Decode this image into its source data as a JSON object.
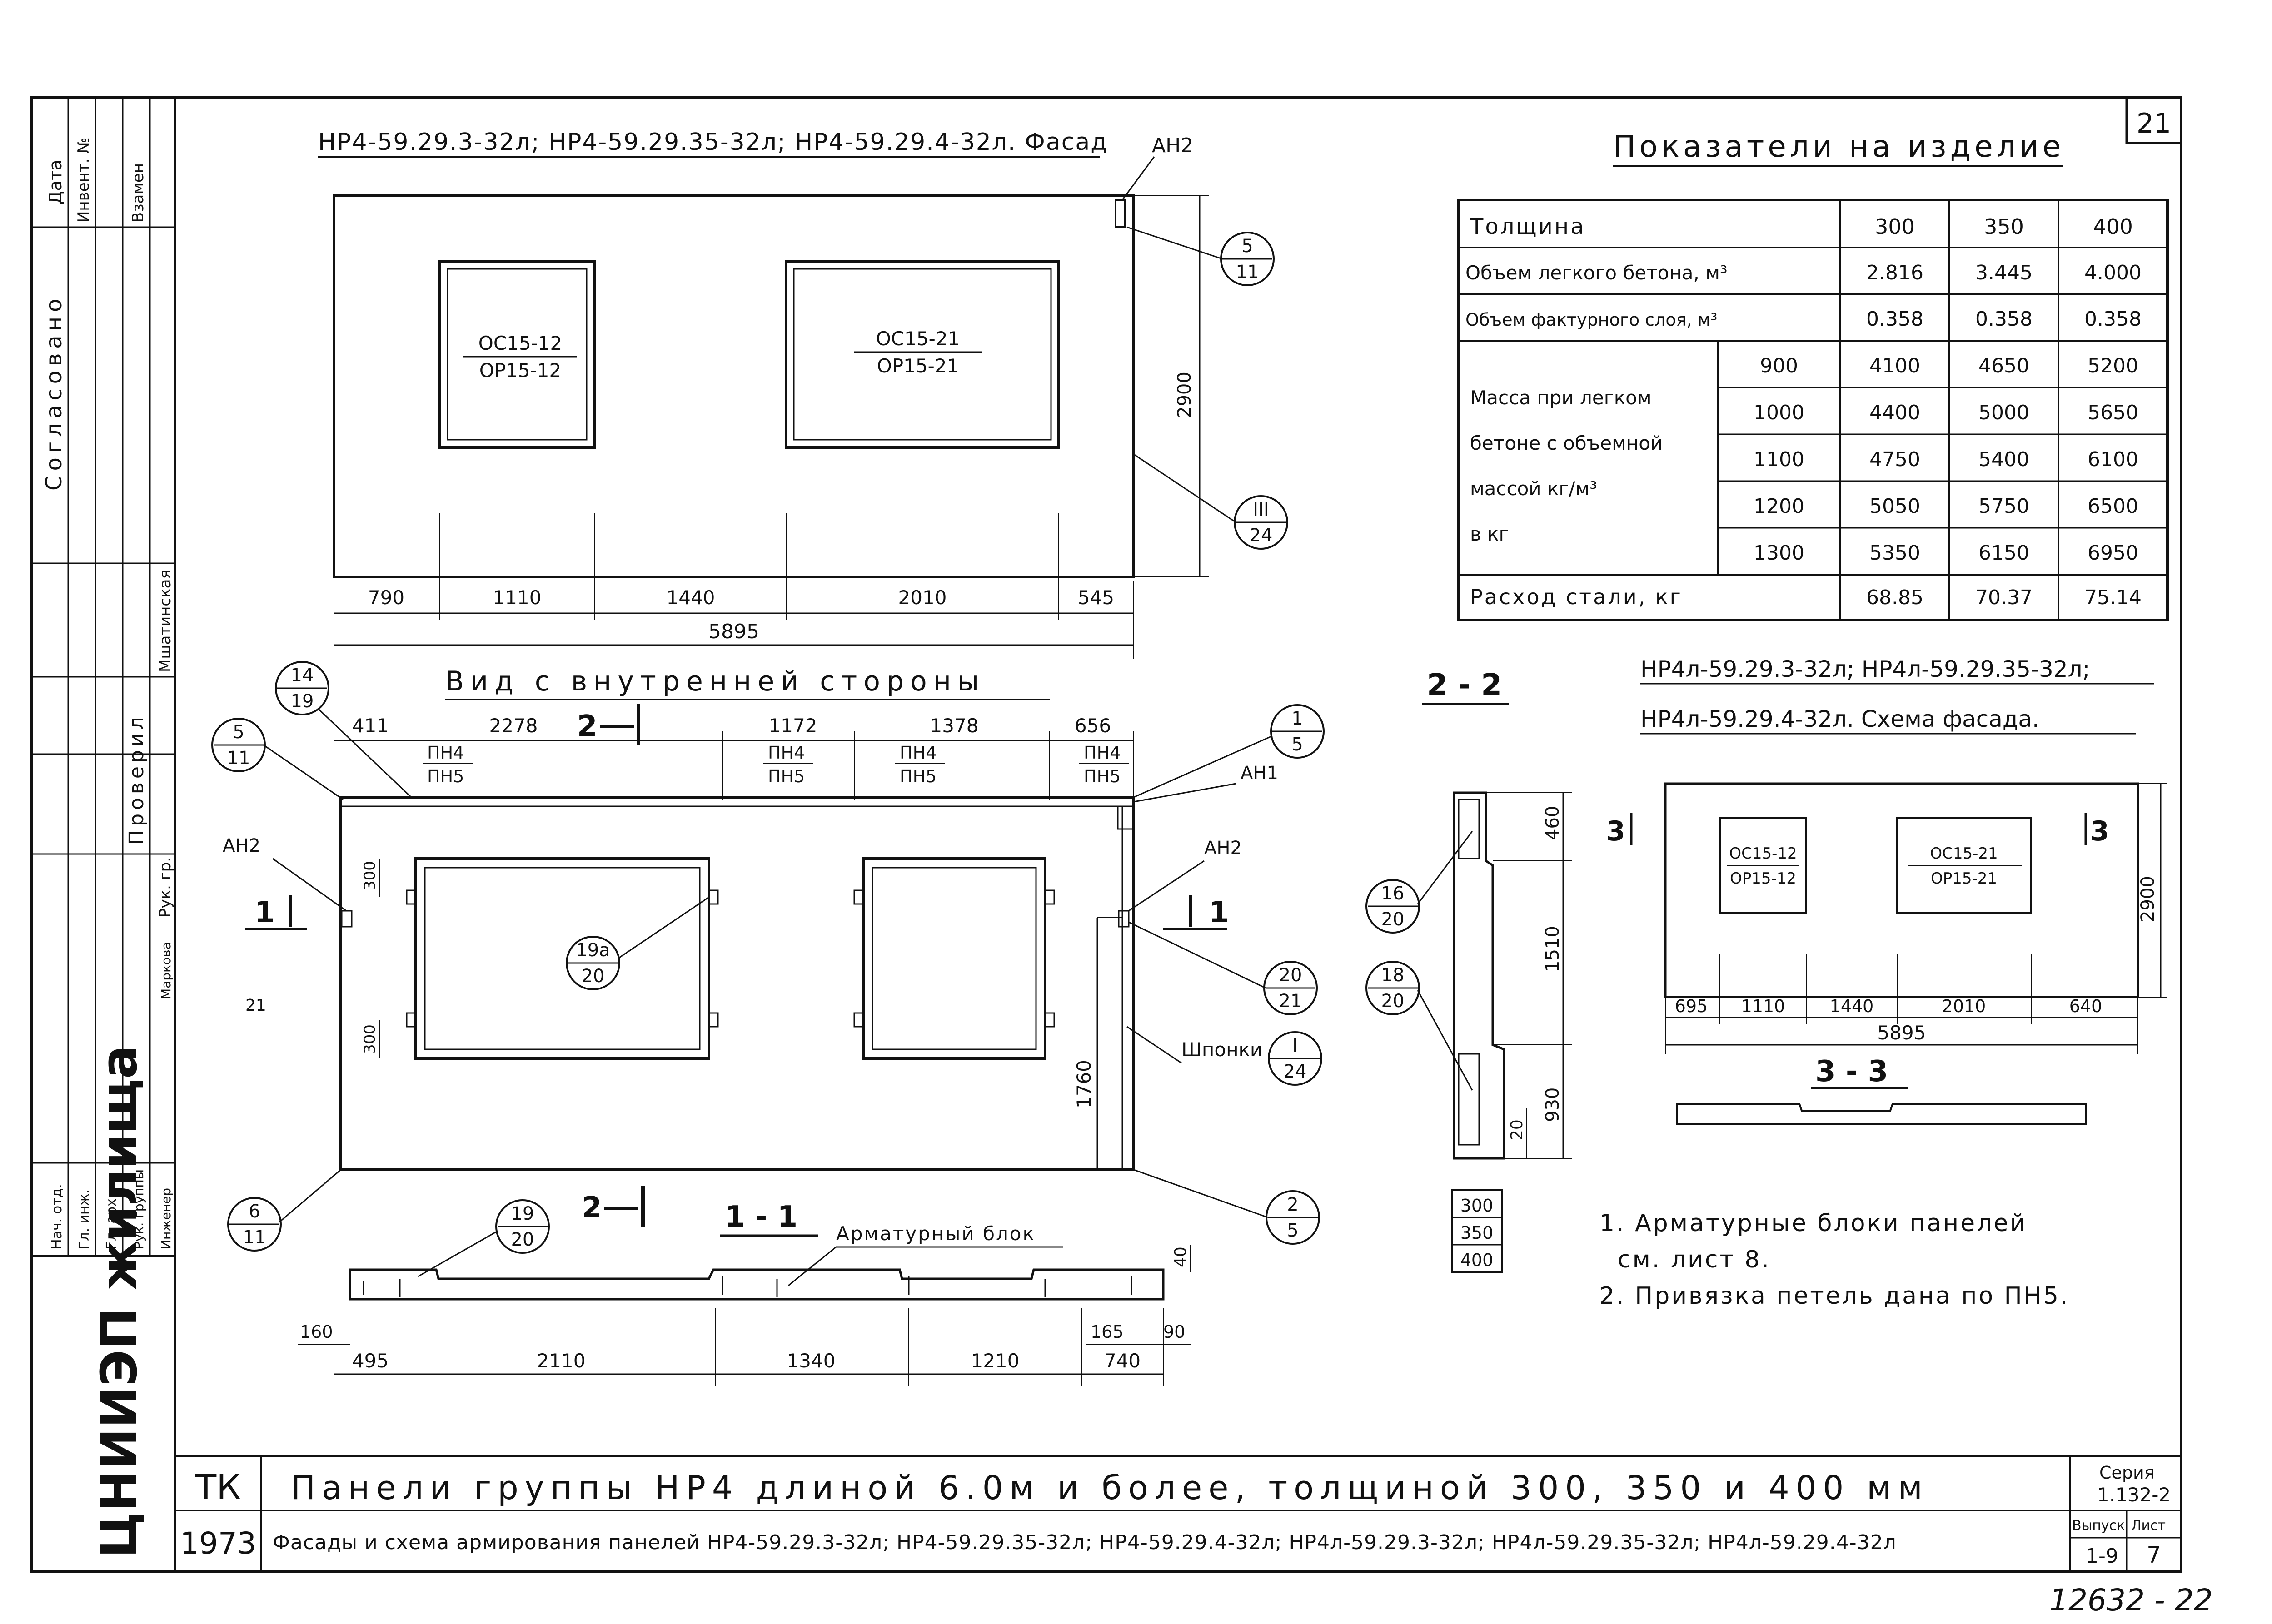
{
  "sheet_number": "21",
  "left_stamp": {
    "row_labels": [
      "Дата",
      "Инвент. №",
      "Взамен"
    ],
    "column_title": "Согласовано",
    "checked_label": "Проверил",
    "checked_by_role": "Рук. гр.",
    "checked_name": "Мшатинская",
    "staff": [
      {
        "role": "Нач. отд.",
        "name": ""
      },
      {
        "role": "Гл. инж.",
        "name": ""
      },
      {
        "role": "Гл. арх.",
        "name": ""
      },
      {
        "role": "Рук. группы",
        "name": "Маркова"
      },
      {
        "role": "Инженер",
        "name": ""
      }
    ],
    "org": "ЦНИИЭП жилища"
  },
  "facade": {
    "title": "НР4-59.29.3-32л; НР4-59.29.35-32л; НР4-59.29.4-32л. Фасад",
    "window_left": [
      "ОС15-12",
      "ОР15-12"
    ],
    "window_right": [
      "ОС15-21",
      "ОР15-21"
    ],
    "height_dim": "2900",
    "bottom_dims": [
      "790",
      "1110",
      "1440",
      "2010",
      "545"
    ],
    "total_dim": "5895",
    "an_label": "АН2",
    "callout_top": [
      "5",
      "11"
    ],
    "callout_bottom": [
      "III",
      "24"
    ]
  },
  "table": {
    "title": "Показатели на изделие",
    "header": {
      "label": "Толщина",
      "cols": [
        "300",
        "350",
        "400"
      ]
    },
    "rows": [
      {
        "label": "Объем легкого бетона, м³",
        "values": [
          "2.816",
          "3.445",
          "4.000"
        ]
      },
      {
        "label": "Объем фактурного слоя, м³",
        "values": [
          "0.358",
          "0.358",
          "0.358"
        ]
      }
    ],
    "mass_label": [
      "Масса при легком",
      "бетоне с объемной",
      "массой кг/м³",
      "в кг"
    ],
    "mass_rows": [
      {
        "density": "900",
        "values": [
          "4100",
          "4650",
          "5200"
        ]
      },
      {
        "density": "1000",
        "values": [
          "4400",
          "5000",
          "5650"
        ]
      },
      {
        "density": "1100",
        "values": [
          "4750",
          "5400",
          "6100"
        ]
      },
      {
        "density": "1200",
        "values": [
          "5050",
          "5750",
          "6500"
        ]
      },
      {
        "density": "1300",
        "values": [
          "5350",
          "6150",
          "6950"
        ]
      }
    ],
    "steel": {
      "label": "Расход стали, кг",
      "values": [
        "68.85",
        "70.37",
        "75.14"
      ]
    }
  },
  "inner": {
    "title": "Вид с внутренней стороны",
    "top_dims": [
      "411",
      "2278",
      "1172",
      "1378",
      "656"
    ],
    "loop_top": "ПН4",
    "loop_bottom": "ПН5",
    "section_mark": "2",
    "dim_300": "300",
    "dim_1760": "1760",
    "an1": "АН1",
    "an2": "АН2",
    "cut_mark": "1",
    "shponki_label": "Шпонки",
    "callouts": {
      "c14_19": [
        "14",
        "19"
      ],
      "c5_11": [
        "5",
        "11"
      ],
      "c1_5": [
        "1",
        "5"
      ],
      "c19a_20": [
        "19а",
        "20"
      ],
      "c20_21": [
        "20",
        "21"
      ],
      "c1_24": [
        "I",
        "24"
      ],
      "c6_11": [
        "6",
        "11"
      ],
      "c2_5": [
        "2",
        "5"
      ],
      "c21": "21"
    }
  },
  "section11": {
    "title": "1 - 1",
    "block_label": "Арматурный блок",
    "callout": [
      "19",
      "20"
    ],
    "dims": [
      "495",
      "2110",
      "1340",
      "1210",
      "740"
    ],
    "side_dims": [
      "160",
      "165",
      "90",
      "40"
    ]
  },
  "section22": {
    "title": "2 - 2",
    "dims": [
      "460",
      "1510",
      "930"
    ],
    "small": "20",
    "thickness": [
      "300",
      "350",
      "400"
    ],
    "callouts": [
      [
        "16",
        "20"
      ],
      [
        "18",
        "20"
      ]
    ]
  },
  "scheme": {
    "title_1": "НР4л-59.29.3-32л; НР4л-59.29.35-32л;",
    "title_2": "НР4л-59.29.4-32л. Схема фасада.",
    "window_left": [
      "ОС15-12",
      "ОР15-12"
    ],
    "window_right": [
      "ОС15-21",
      "ОР15-21"
    ],
    "height_dim": "2900",
    "dims": [
      "695",
      "1110",
      "1440",
      "2010",
      "640"
    ],
    "total": "5895",
    "cut": "3",
    "section_title": "3 - 3"
  },
  "notes": [
    "1. Арматурные блоки панелей",
    "см. лист 8.",
    "2. Привязка петель дана по ПН5."
  ],
  "title_block": {
    "tk": "ТК",
    "year": "1973",
    "title": "Панели группы НР4 длиной 6.0м и более, толщиной 300, 350 и 400 мм",
    "subtitle": "Фасады и схема армирования панелей НР4-59.29.3-32л; НР4-59.29.35-32л; НР4-59.29.4-32л; НР4л-59.29.3-32л; НР4л-59.29.35-32л; НР4л-59.29.4-32л",
    "series_label": "Серия",
    "series": "1.132-2",
    "issue_label": "Выпуск",
    "issue": "1-9",
    "sheet_label": "Лист",
    "sheet": "7"
  },
  "archive_number": "12632 - 22"
}
